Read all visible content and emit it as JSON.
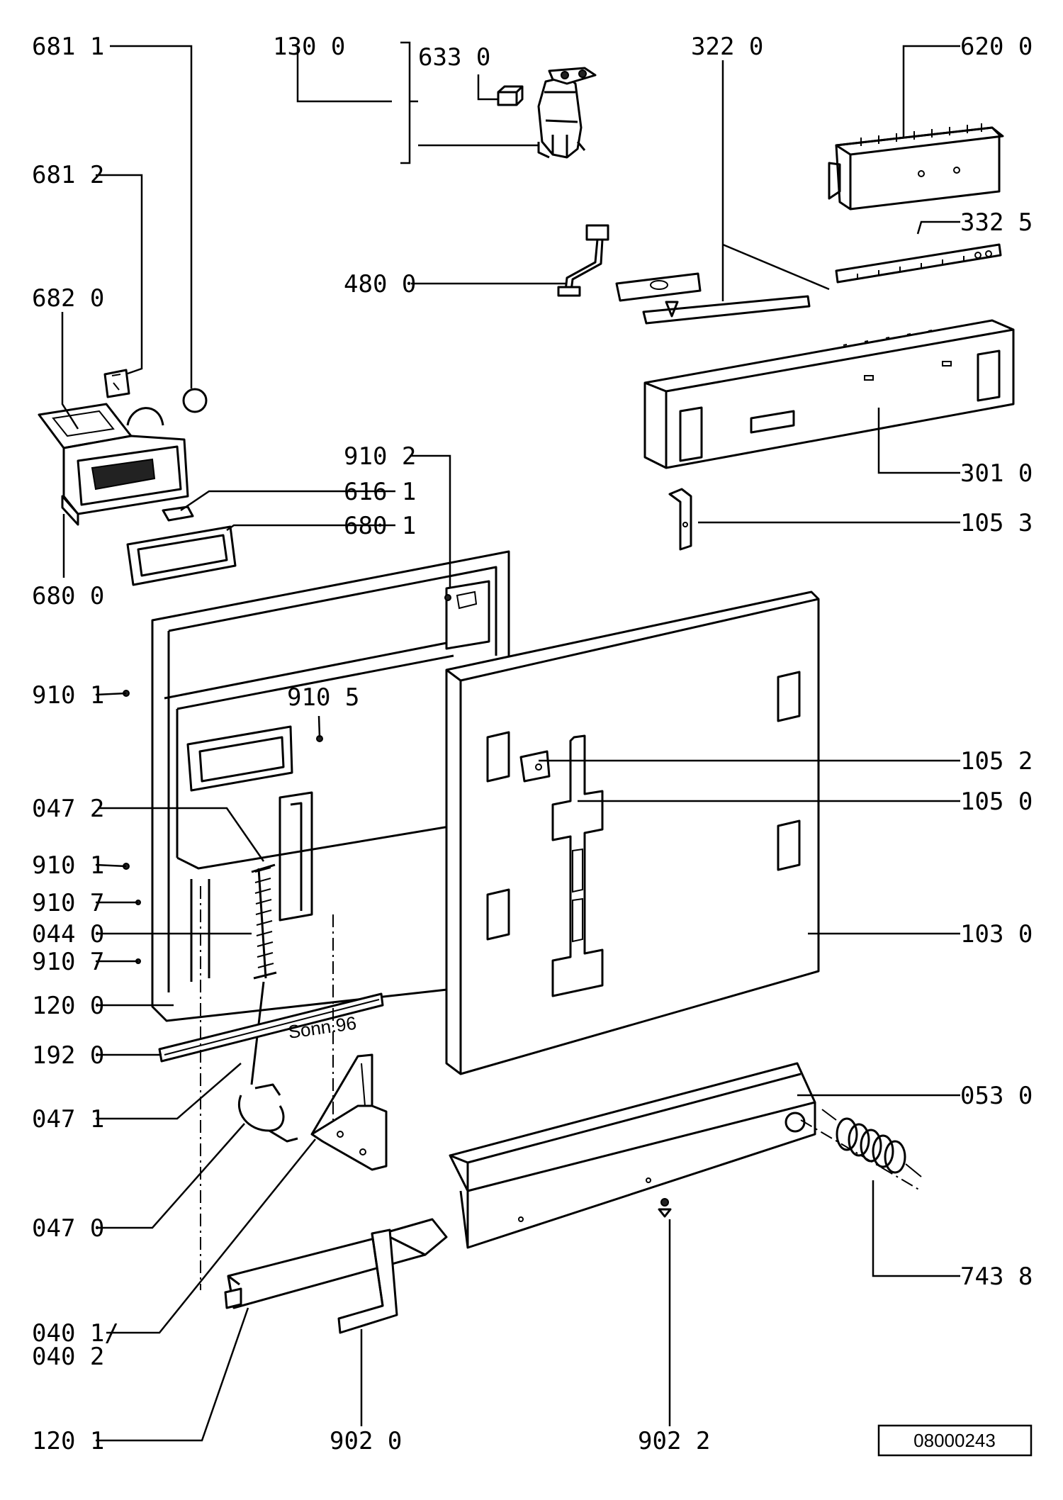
{
  "diagram": {
    "reference_code": "08000243",
    "labels": {
      "p681_1": "681 1",
      "p130_0": "130 0",
      "p633_0": "633 0",
      "p322_0": "322 0",
      "p620_0": "620 0",
      "p681_2": "681 2",
      "p332_5": "332 5",
      "p480_0": "480 0",
      "p682_0": "682 0",
      "p301_0": "301 0",
      "p910_2": "910 2",
      "p616_1": "616 1",
      "p105_3": "105 3",
      "p680_1": "680 1",
      "p680_0": "680 0",
      "p910_1a": "910 1",
      "p910_5": "910 5",
      "p105_2": "105 2",
      "p105_0": "105 0",
      "p047_2": "047 2",
      "p910_1b": "910 1",
      "p910_7a": "910 7",
      "p044_0": "044 0",
      "p103_0": "103 0",
      "p910_7b": "910 7",
      "p120_0": "120 0",
      "p192_0": "192 0",
      "p053_0": "053 0",
      "p047_1": "047 1",
      "p047_0": "047 0",
      "p743_8": "743 8",
      "p040_1": "040 1/",
      "p040_2": "040 2",
      "p120_1": "120 1",
      "p902_0": "902 0",
      "p902_2": "902 2"
    }
  }
}
